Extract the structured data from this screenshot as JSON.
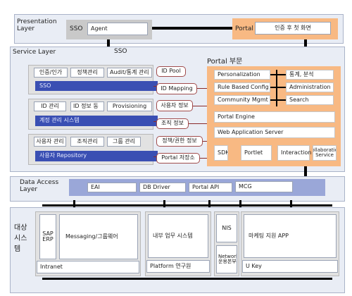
{
  "presentation_layer": {
    "label": "Presentation Layer",
    "sso_title": "SSO",
    "sso_agent": "Agent",
    "portal_title": "Portal",
    "portal_page": "인증 후 첫 화면"
  },
  "service_layer": {
    "label": "Service Layer",
    "sso_header": "SSO",
    "portal_header": "Portal 부문",
    "sso_group": {
      "items": [
        "인증/인가",
        "정책관리",
        "Audit/통계 관리"
      ],
      "bar": "SSO"
    },
    "idm_group": {
      "items": [
        "ID 관리",
        "ID 정보 동",
        "Provisioning"
      ],
      "bar": "계정 관리 시스템"
    },
    "repo_group": {
      "items": [
        "사용자 관리",
        "조직관리",
        "그룹 관리"
      ],
      "bar": "사용자 Repository"
    },
    "pills": [
      "ID Pool",
      "ID Mapping",
      "사용자 정보",
      "조직 정보",
      "정책/권한 정보",
      "Portal 저장소"
    ],
    "portal_features_left": [
      "Personalization",
      "Rule Based Config",
      "Community Mgmt"
    ],
    "portal_features_right": [
      "통계, 분석",
      "Administration",
      "Search"
    ],
    "portal_engine": "Portal Engine",
    "web_app_server": "Web Application Server",
    "bottom_items": [
      "SDK",
      "Portlet",
      "Interaction",
      "Collaboration Service"
    ]
  },
  "data_access_layer": {
    "label": "Data Access Layer",
    "items": [
      "EAI",
      "DB Driver",
      "Portal API",
      "MCG"
    ]
  },
  "target_systems": {
    "label": "대상 시스템",
    "sap_erp": "SAP ERP",
    "messaging": "Messaging/그룹웨어",
    "intranet": "Intranet",
    "internal": "내부 업무 시스템",
    "platform": "Platform 연구원",
    "nis": "NIS",
    "network": "Network 운용본부",
    "marketing": "마케팅 지원 APP",
    "ukey": "U Key"
  },
  "colors": {
    "blue": "#3a4fb3",
    "orange": "#f8b983",
    "layer": "#e9edf5"
  }
}
